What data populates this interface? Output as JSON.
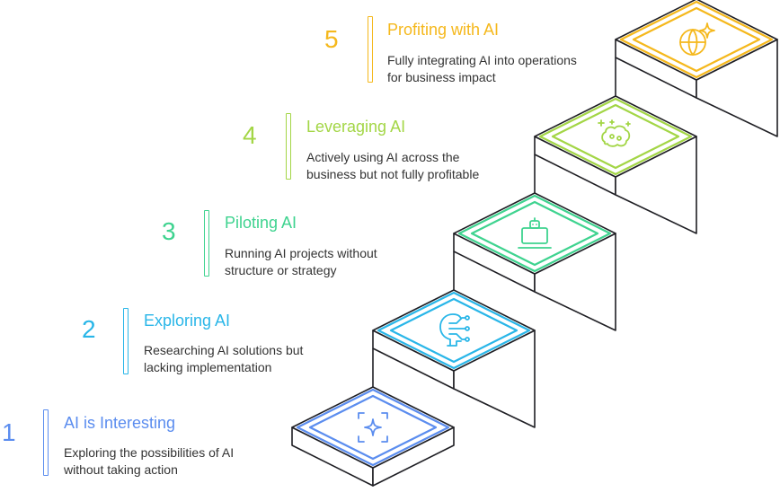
{
  "stages": [
    {
      "number": "1",
      "title": "AI is Interesting",
      "desc_line1": "Exploring the possibilities of AI",
      "desc_line2": "without taking action",
      "color": "#5b8def",
      "icon": "focus-sparkle-icon"
    },
    {
      "number": "2",
      "title": "Exploring AI",
      "desc_line1": "Researching AI solutions but",
      "desc_line2": "lacking implementation",
      "color": "#29b6e8",
      "icon": "ai-head-circuit-icon"
    },
    {
      "number": "3",
      "title": "Piloting AI",
      "desc_line1": "Running AI projects without",
      "desc_line2": "structure or strategy",
      "color": "#3ed38f",
      "icon": "robot-laptop-icon"
    },
    {
      "number": "4",
      "title": "Leveraging AI",
      "desc_line1": "Actively using AI across the",
      "desc_line2": "business but not fully profitable",
      "color": "#a3d646",
      "icon": "brain-sparkle-icon"
    },
    {
      "number": "5",
      "title": "Profiting with AI",
      "desc_line1": "Fully integrating AI into operations",
      "desc_line2": "for business impact",
      "color": "#f5b81c",
      "icon": "globe-sparkle-icon"
    }
  ]
}
